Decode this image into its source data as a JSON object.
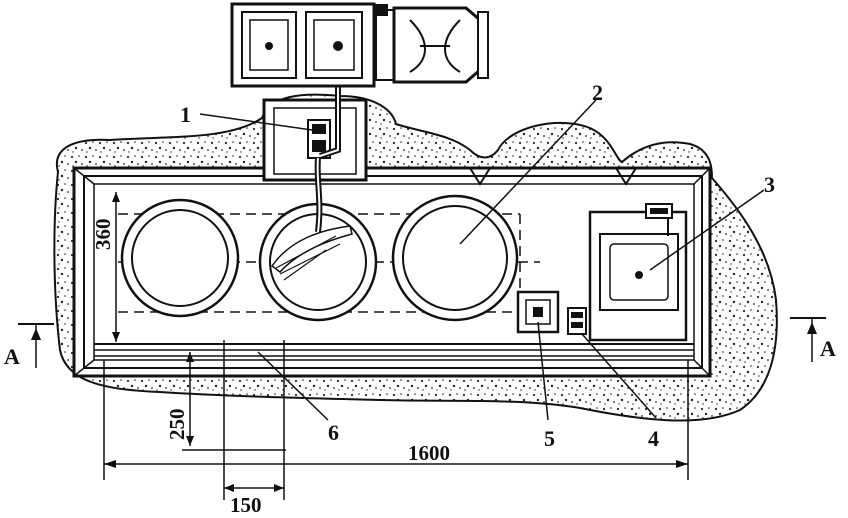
{
  "diagram": {
    "callouts": [
      "1",
      "2",
      "3",
      "4",
      "5",
      "6"
    ],
    "section_marks": {
      "left": "A",
      "right": "A"
    },
    "dimensions": {
      "vertical_depth": "360",
      "vertical_offset": "250",
      "width": "150",
      "length": "1600"
    }
  }
}
